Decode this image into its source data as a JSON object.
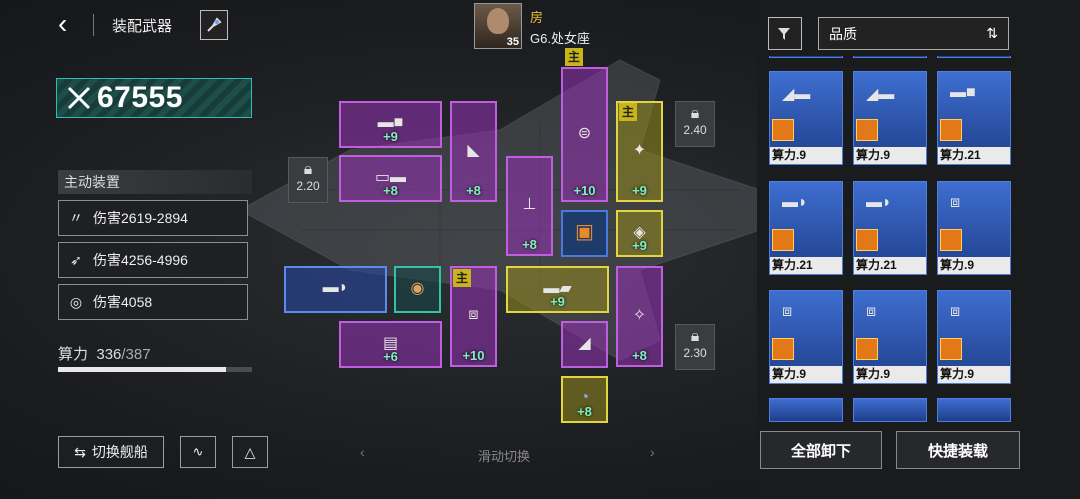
{
  "header": {
    "title": "装配武器"
  },
  "commander": {
    "name": "房",
    "server": "G6.处女座",
    "level": "35"
  },
  "power": {
    "value": "67555"
  },
  "skills": {
    "heading": "主动装置",
    "items": [
      {
        "icon": "wing-blade-icon",
        "text": "伤害2619-2894"
      },
      {
        "icon": "missile-icon",
        "text": "伤害4256-4996"
      },
      {
        "icon": "shield-ring-icon",
        "text": "伤害4058"
      }
    ]
  },
  "capacity": {
    "label": "算力",
    "current": "336",
    "max": "/387",
    "fraction": 0.868
  },
  "bottom": {
    "switch_label": "切换舰船",
    "swipe_hint": "滑动切换"
  },
  "slots": {
    "plus": [
      "+9",
      "+8",
      "+8",
      "+10",
      "+8",
      "+9",
      "+9",
      "+6",
      "+10",
      "+9",
      "+8",
      "+8"
    ],
    "main_tag": "主"
  },
  "locks": {
    "a": "2.20",
    "b": "2.40",
    "c": "2.30"
  },
  "filter": {
    "sort_label": "品质"
  },
  "inventory": {
    "cards": [
      "算力.9",
      "算力.9",
      "算力.21",
      "算力.21",
      "算力.21",
      "算力.9",
      "算力.9",
      "算力.9",
      "算力.9"
    ]
  },
  "actions": {
    "unequip_all": "全部卸下",
    "quick_equip": "快捷装载"
  },
  "colors": {
    "purple": "#c05ee0",
    "yellow": "#e2d640",
    "blue": "#5a8cf0",
    "teal": "#33c4a8",
    "card_blue": "#3e6ed0"
  }
}
